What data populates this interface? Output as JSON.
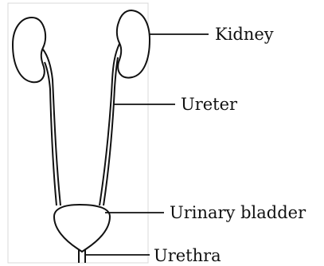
{
  "labels": {
    "kidney": "Kidney",
    "ureter": "Ureter",
    "bladder": "Urinary bladder",
    "urethra": "Urethra"
  },
  "colors": {
    "ink": "#111111",
    "panel_border": "#d8d8d8",
    "background": "#ffffff"
  }
}
